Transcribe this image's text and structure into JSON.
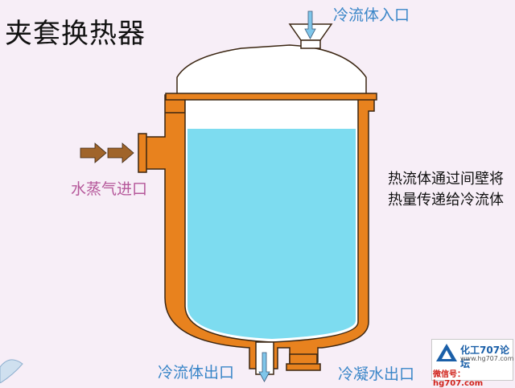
{
  "title": "夹套换热器",
  "labels": {
    "cold_in": "冷流体入口",
    "steam_in": "水蒸气进口",
    "heat_note_line1": "热流体通过间壁将",
    "heat_note_line2": "热量传递给冷流体",
    "cold_out": "冷流体出口",
    "condensate_out": "冷凝水出口"
  },
  "watermark": {
    "brand": "化工707论坛",
    "site": "www.hg707.com",
    "wechat": "微信号：hg707.com"
  },
  "colors": {
    "jacket": "#e8821e",
    "jacket_outline": "#3b2612",
    "liquid": "#7ddcf0",
    "vessel_inner": "#ffffff",
    "arrow_steam": "#a0642a",
    "arrow_cold": "#7fc6ea",
    "background": "#f7eef7"
  }
}
